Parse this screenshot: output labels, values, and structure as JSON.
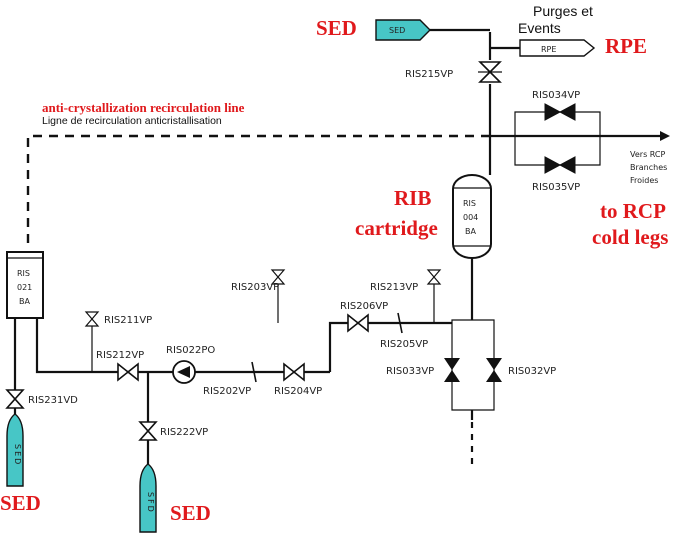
{
  "colors": {
    "annotation": "#e0191c",
    "tank_fill": "#47c6c6",
    "pipe": "#111111"
  },
  "annotations": {
    "sed_top": "SED",
    "purges_line1": "Purges et",
    "purges_line2": "Events",
    "rpe": "RPE",
    "anti_en": "anti-crystallization recirculation line",
    "anti_fr": "Ligne de recirculation anticristallisation",
    "rib_line1": "RIB",
    "rib_line2": "cartridge",
    "to_rcp_line1": "to RCP",
    "to_rcp_line2": "cold legs",
    "vers_rcp_line1": "Vers RCP",
    "vers_rcp_line2": "Branches",
    "vers_rcp_line3": "Froides",
    "sed_bottom_left": "SED",
    "sed_bottom_mid": "SED"
  },
  "tags": {
    "sed_tag": "SED",
    "rpe_tag": "RPE",
    "sed_vert": "SED",
    "sfd_vert": "SFD"
  },
  "equipment": {
    "ris021ba_1": "RIS",
    "ris021ba_2": "021",
    "ris021ba_3": "BA",
    "ris004ba_1": "RIS",
    "ris004ba_2": "004",
    "ris004ba_3": "BA"
  },
  "valves": {
    "ris215vp": "RIS215VP",
    "ris034vp": "RIS034VP",
    "ris035vp": "RIS035VP",
    "ris211vp": "RIS211VP",
    "ris212vp": "RIS212VP",
    "ris022po": "RIS022PO",
    "ris202vp": "RIS202VP",
    "ris204vp": "RIS204VP",
    "ris203vp": "RIS203VP",
    "ris206vp": "RIS206VP",
    "ris205vp": "RIS205VP",
    "ris213vp": "RIS213VP",
    "ris033vp": "RIS033VP",
    "ris032vp": "RIS032VP",
    "ris231vd": "RIS231VD",
    "ris222vp": "RIS222VP"
  }
}
